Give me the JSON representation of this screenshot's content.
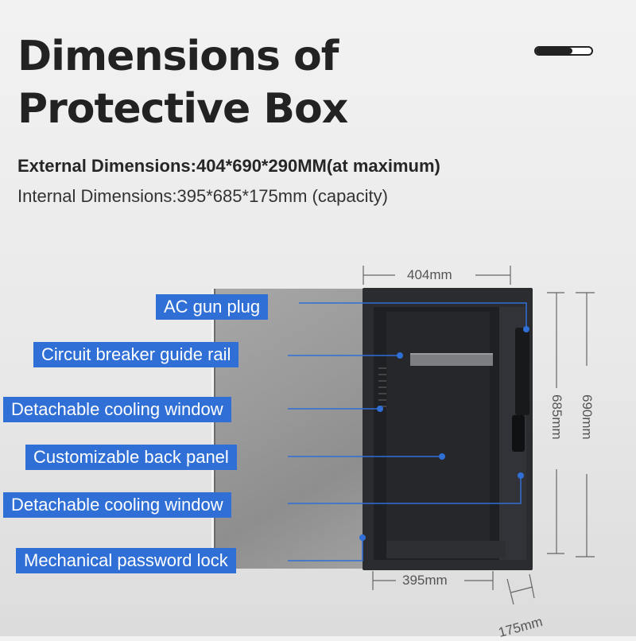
{
  "title": {
    "line1": "Dimensions of",
    "line2": "Protective Box"
  },
  "external_dimensions": "External Dimensions:404*690*290MM(at maximum)",
  "internal_dimensions": "Internal Dimensions:395*685*175mm (capacity)",
  "callouts": [
    "AC gun plug",
    "Circuit breaker guide rail",
    "Detachable cooling window",
    "Customizable back panel",
    "Detachable cooling window",
    "Mechanical password lock"
  ],
  "measurements": {
    "top_width": "404mm",
    "bottom_width": "395mm",
    "depth": "175mm",
    "inner_height": "685mm",
    "outer_height": "690mm"
  },
  "colors": {
    "callout_bg": "#2f6fd6",
    "callout_text": "#ffffff",
    "title": "#222222"
  }
}
